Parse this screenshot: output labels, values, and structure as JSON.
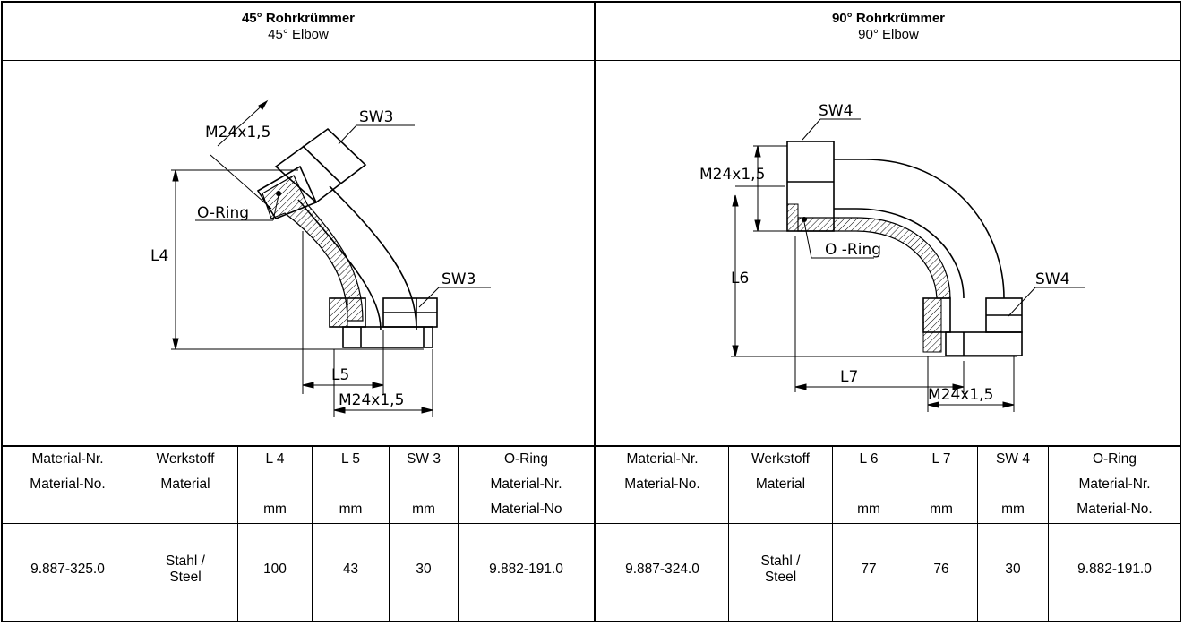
{
  "left": {
    "title_de": "45° Rohrkrümmer",
    "title_en": "45° Elbow",
    "drawing": {
      "thread_top": "M24x1,5",
      "sw_top": "SW3",
      "oring": "O-Ring",
      "length_v": "L4",
      "sw_bottom": "SW3",
      "length_h": "L5",
      "thread_bottom": "M24x1,5"
    },
    "headers": [
      [
        "Material-Nr.",
        "Material-No.",
        ""
      ],
      [
        "Werkstoff",
        "Material",
        ""
      ],
      [
        "L 4",
        "",
        "mm"
      ],
      [
        "L 5",
        "",
        "mm"
      ],
      [
        "SW 3",
        "",
        "mm"
      ],
      [
        "O-Ring",
        "Material-Nr.",
        "Material-No"
      ]
    ],
    "row": [
      "9.887-325.0",
      "Stahl /\nSteel",
      "100",
      "43",
      "30",
      "9.882-191.0"
    ]
  },
  "right": {
    "title_de": "90° Rohrkrümmer",
    "title_en": "90° Elbow",
    "drawing": {
      "thread_top": "M24x1,5",
      "sw_top": "SW4",
      "oring": "O -Ring",
      "length_v": "L6",
      "sw_bottom": "SW4",
      "length_h": "L7",
      "thread_bottom": "M24x1,5"
    },
    "headers": [
      [
        "Material-Nr.",
        "Material-No.",
        ""
      ],
      [
        "Werkstoff",
        "Material",
        ""
      ],
      [
        "L 6",
        "",
        "mm"
      ],
      [
        "L 7",
        "",
        "mm"
      ],
      [
        "SW 4",
        "",
        "mm"
      ],
      [
        "O-Ring",
        "Material-Nr.",
        "Material-No."
      ]
    ],
    "row": [
      "9.887-324.0",
      "Stahl /\nSteel",
      "77",
      "76",
      "30",
      "9.882-191.0"
    ]
  }
}
